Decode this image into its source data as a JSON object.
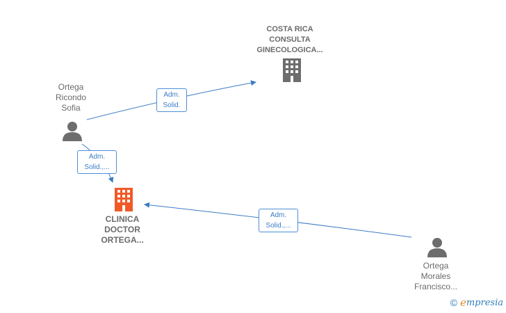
{
  "colors": {
    "edge": "#3b7bc6",
    "company_main": "#f05a28",
    "company_other": "#6d6d6d",
    "person": "#6d6d6d",
    "label_text": "#6b6b6b"
  },
  "nodes": {
    "costa_rica": {
      "label": "COSTA RICA\nCONSULTA\nGINECOLOGICA...",
      "icon": "building-icon"
    },
    "clinica": {
      "label": "CLINICA\nDOCTOR\nORTEGA...",
      "icon": "building-icon"
    },
    "ortega_ricondo": {
      "label": "Ortega\nRicondo\nSofia",
      "icon": "person-icon"
    },
    "ortega_morales": {
      "label": "Ortega\nMorales\nFrancisco...",
      "icon": "person-icon"
    }
  },
  "edges": {
    "e1": {
      "label": "Adm.\nSolid."
    },
    "e2": {
      "label": "Adm.\nSolid.,..."
    },
    "e3": {
      "label": "Adm.\nSolid.,..."
    }
  },
  "brand": {
    "copyright": "©",
    "initial": "e",
    "rest": "mpresia"
  }
}
